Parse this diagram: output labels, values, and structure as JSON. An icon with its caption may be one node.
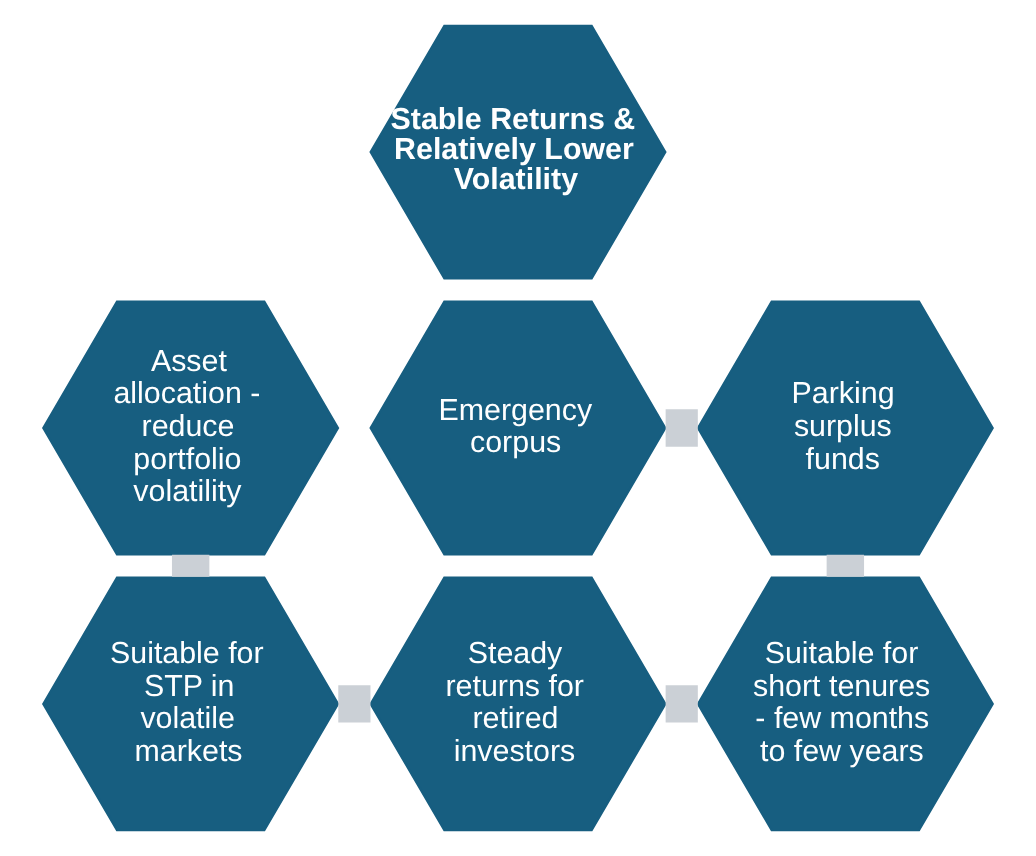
{
  "diagram": {
    "nodes": [
      {
        "text": [
          "Emergency corpus"
        ]
      },
      {
        "text": [
          "Asset allocation - reduce portfolio volatility"
        ]
      },
      {
        "text": [
          "Parking surplus funds"
        ]
      },
      {
        "text": [
          "Stable Returns & Relatively Lower Volatility"
        ]
      },
      {
        "text": [
          "Suitable for STP in volatile markets"
        ]
      },
      {
        "text": [
          "Suitable for short tenures - few months to few years"
        ]
      },
      {
        "text": [
          "Steady returns for retired investors"
        ]
      }
    ],
    "edges": [
      {
        "from": 0,
        "to": 2,
        "arrow": "none"
      },
      {
        "from": 2,
        "to": 5,
        "arrow": "none"
      },
      {
        "from": 6,
        "to": 5,
        "arrow": "none"
      },
      {
        "from": 4,
        "to": 6,
        "arrow": "none"
      },
      {
        "from": 1,
        "to": 4,
        "arrow": "none"
      }
    ]
  }
}
